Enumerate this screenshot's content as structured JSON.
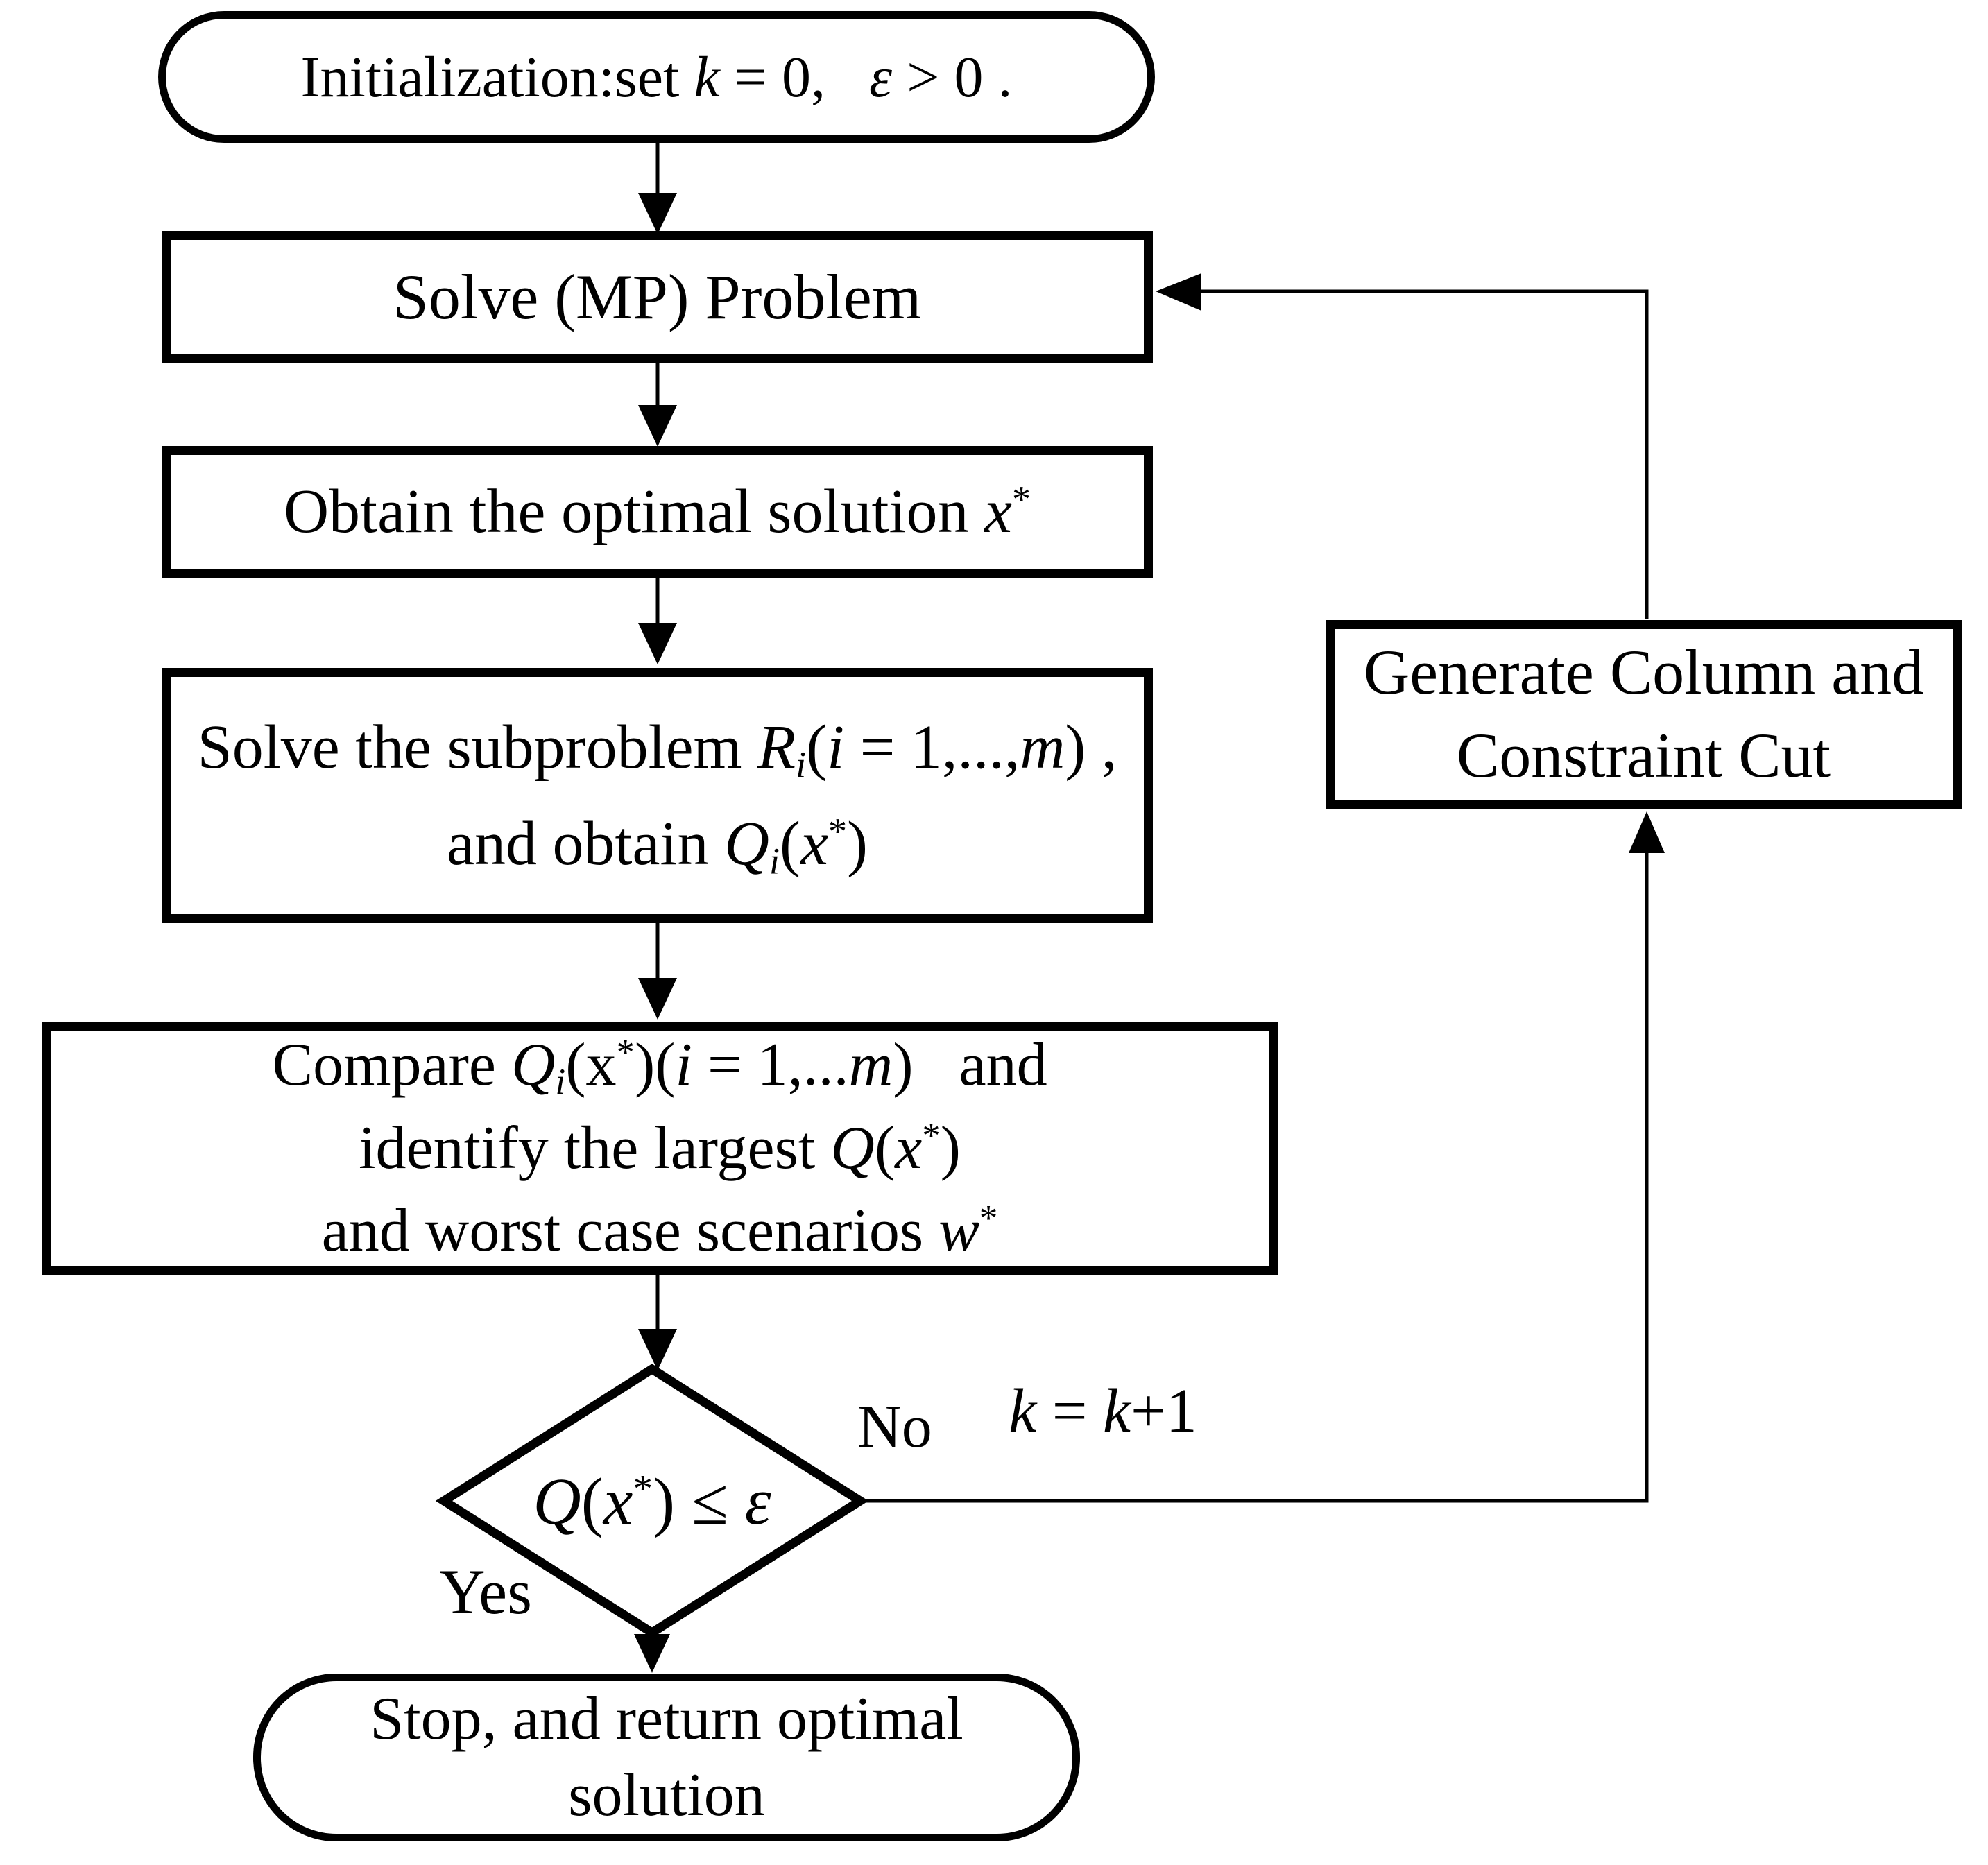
{
  "diagram": {
    "type": "flowchart",
    "colors": {
      "line": "#000000",
      "background": "#ffffff",
      "text": "#000000"
    },
    "nodes": {
      "start": {
        "shape": "terminator",
        "text_html": "Initialization:set <i>k</i> = 0,&nbsp;&nbsp; <i>&#949;</i> &gt; 0&nbsp;."
      },
      "solve_mp": {
        "shape": "process",
        "text": "Solve (MP) Problem"
      },
      "obtain": {
        "shape": "process",
        "text_html": "Obtain the optimal solution <i>x</i><sup>*</sup>"
      },
      "subproblem": {
        "shape": "process",
        "line1_html": "Solve the subproblem <i>R</i><sub><i>i</i></sub>(<i>i</i> = 1,...,<i>m</i>) ,",
        "line2_html": "and obtain <i>Q</i><sub><i>i</i></sub>(<i>x</i><sup>*</sup>)"
      },
      "compare": {
        "shape": "process",
        "line1_html": "Compare <i>Q</i><sub><i>i</i></sub>(x<sup>*</sup>)(<i>i</i> = 1,...<i>m</i>)&nbsp;&nbsp;&nbsp;and",
        "line2_html": "identify the largest <i>Q</i>(<i>x</i><sup>*</sup>)",
        "line3_html": "and worst case scenarios <i>w</i><sup>*</sup>"
      },
      "decision": {
        "shape": "diamond",
        "text_html": "<i>Q</i>(<i>x</i><sup>*</sup>) &#8804; <i>&#949;</i>"
      },
      "generate": {
        "shape": "process",
        "line1": "Generate Column and",
        "line2": "Constraint Cut"
      },
      "stop": {
        "shape": "terminator",
        "line1": "Stop, and return optimal",
        "line2": "solution"
      }
    },
    "edge_labels": {
      "yes": "Yes",
      "no": "No",
      "k_update_html": "<i>k</i> = <i>k</i>+1"
    }
  }
}
